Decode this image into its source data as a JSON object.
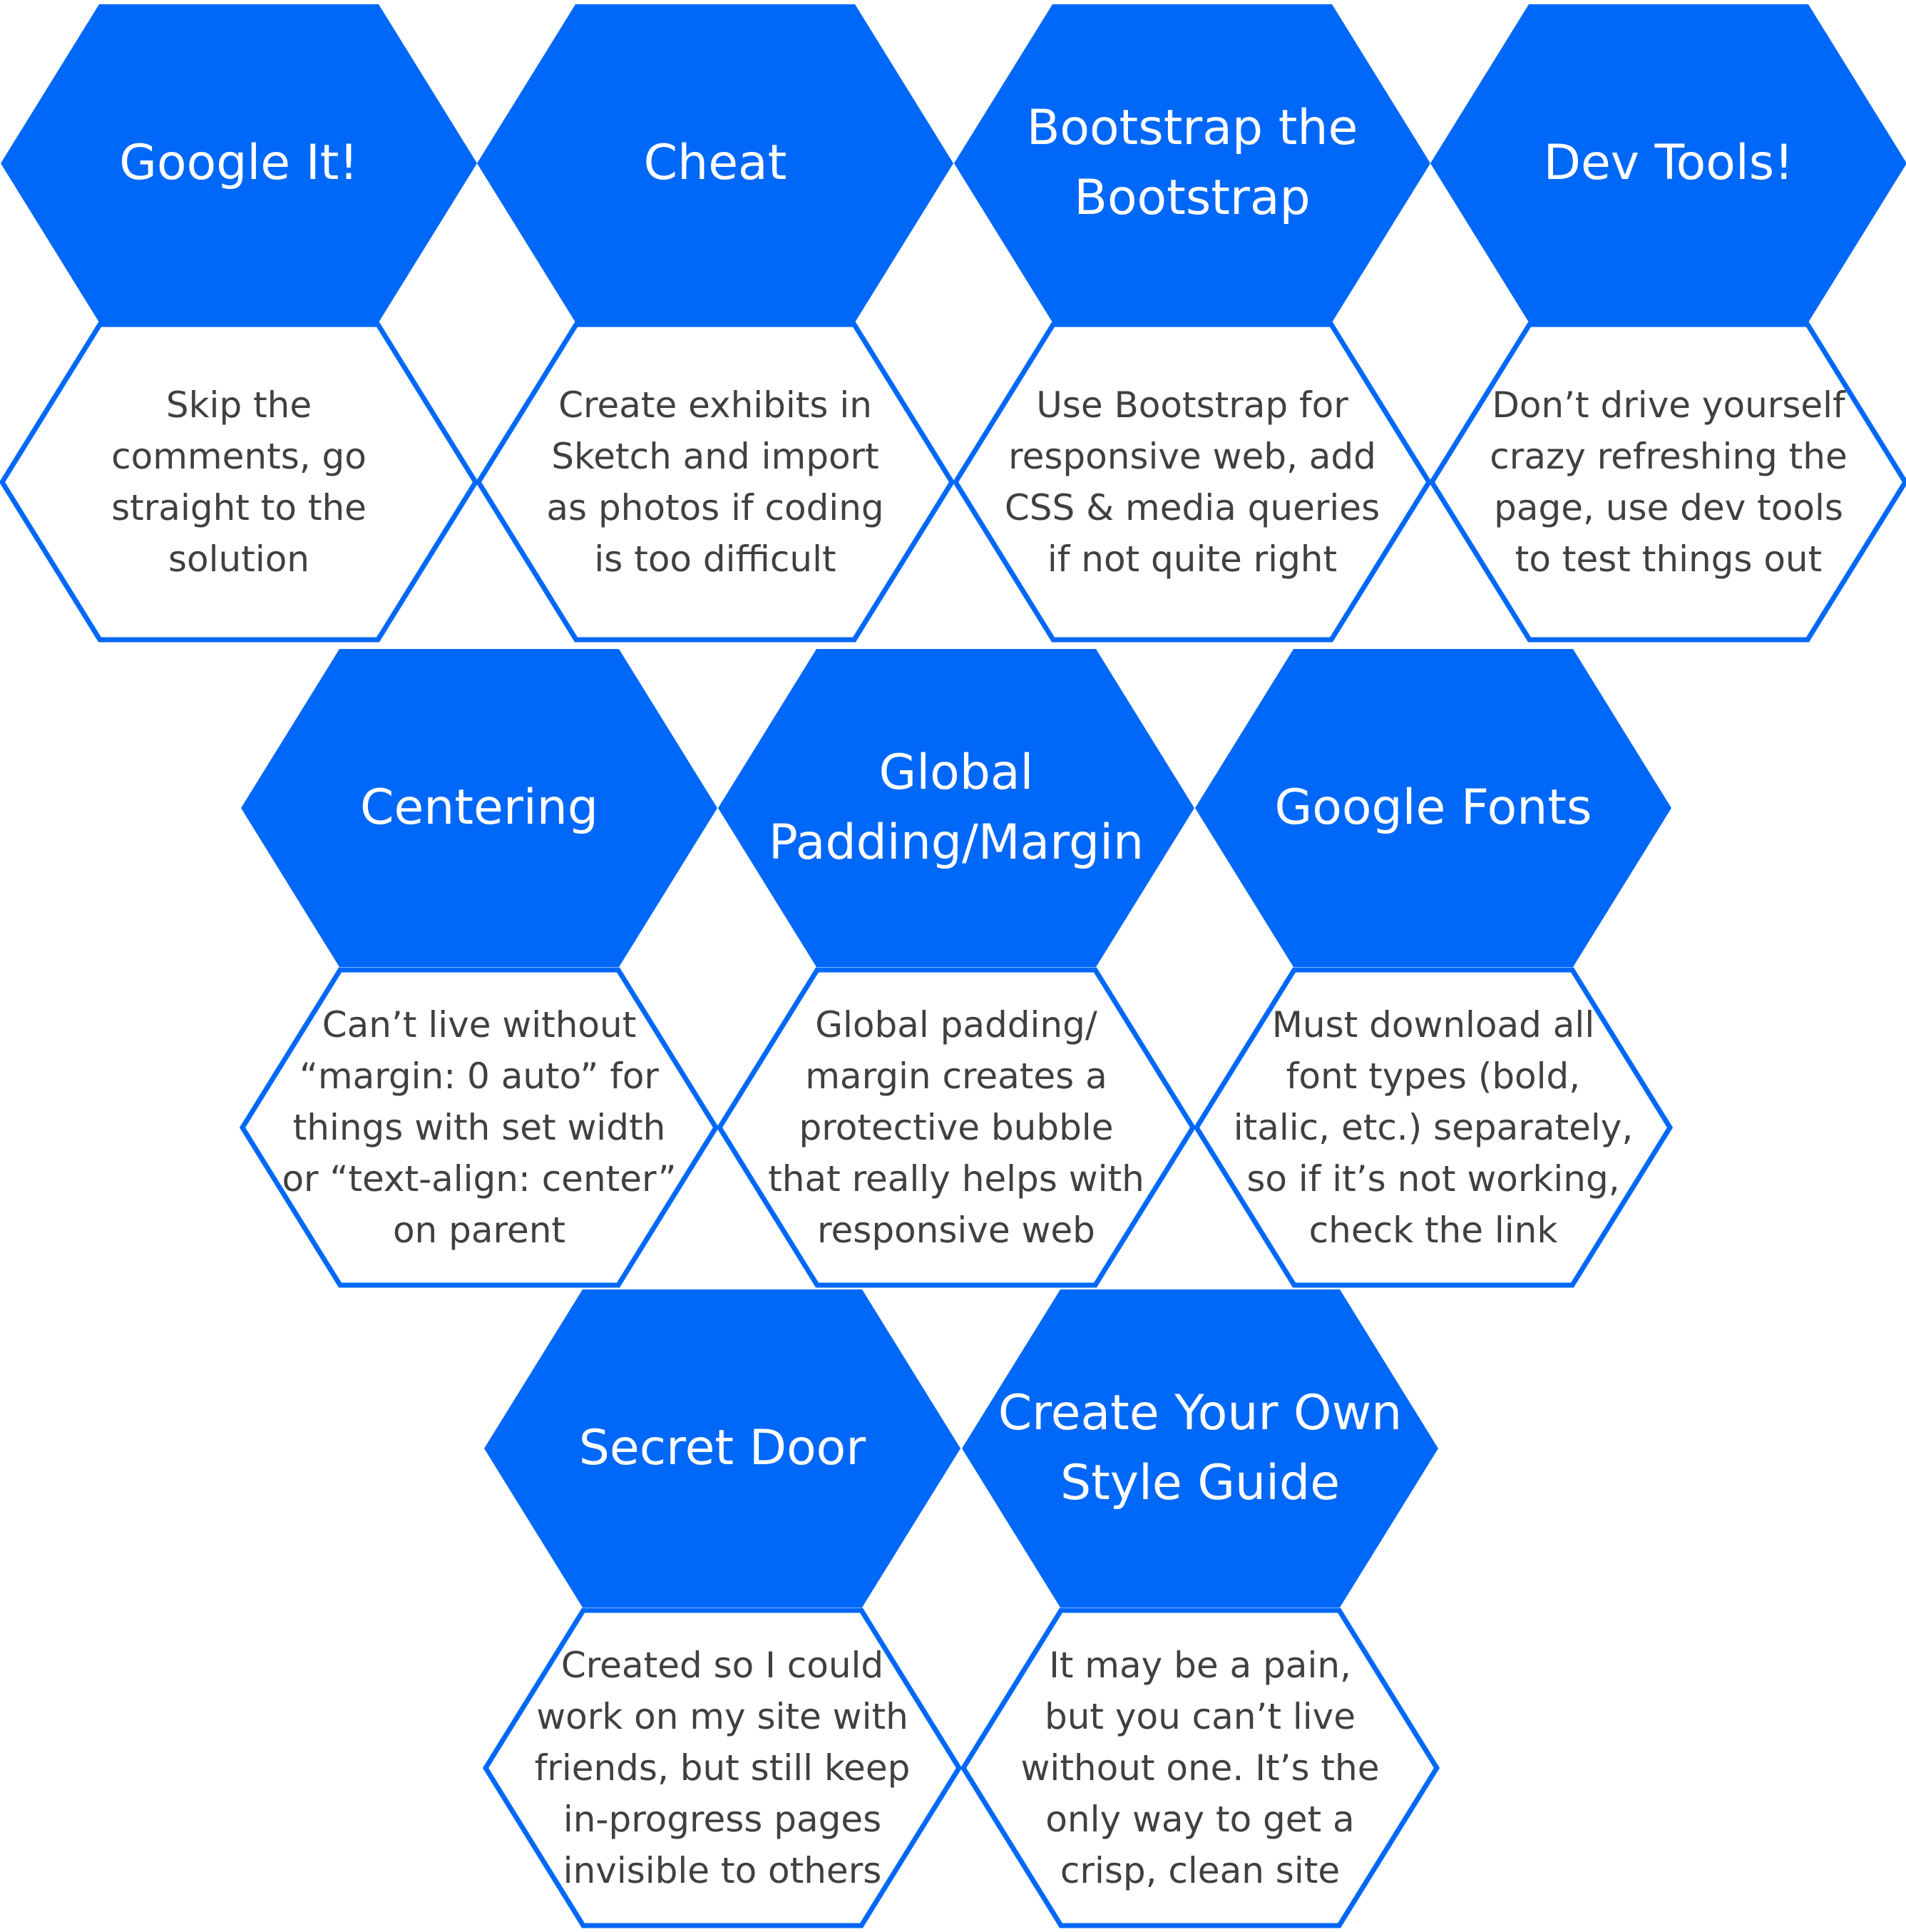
{
  "colors": {
    "accent": "#0068F8",
    "title_text": "#FFFFFF",
    "body_text": "#404040",
    "body_fill": "#FFFFFF"
  },
  "tips": [
    {
      "title": "Google It!",
      "body": "Skip the\ncomments, go\nstraight to the\nsolution"
    },
    {
      "title": "Cheat",
      "body": "Create exhibits in\nSketch and import\nas photos if coding\nis too difficult"
    },
    {
      "title": "Bootstrap the\nBootstrap",
      "body": "Use Bootstrap for\nresponsive web, add\nCSS & media queries\nif not quite right"
    },
    {
      "title": "Dev Tools!",
      "body": "Don’t drive yourself\ncrazy refreshing the\npage, use dev tools\nto test things out"
    },
    {
      "title": "Centering",
      "body": "Can’t live without\n“margin: 0 auto” for\nthings with set width\nor “text-align: center”\non parent"
    },
    {
      "title": "Global\nPadding/Margin",
      "body": "Global padding/\nmargin creates a\nprotective bubble\nthat really helps with\nresponsive web"
    },
    {
      "title": "Google Fonts",
      "body": "Must download all\nfont types (bold,\nitalic, etc.) separately,\nso if it’s not working,\ncheck the link"
    },
    {
      "title": "Secret Door",
      "body": "Created so I could\nwork on my site with\nfriends, but still keep\nin-progress pages\ninvisible to others"
    },
    {
      "title": "Create Your Own\nStyle Guide",
      "body": "It may be a pain,\nbut you can’t live\nwithout one. It’s the\nonly way to get a\ncrisp, clean site"
    }
  ]
}
